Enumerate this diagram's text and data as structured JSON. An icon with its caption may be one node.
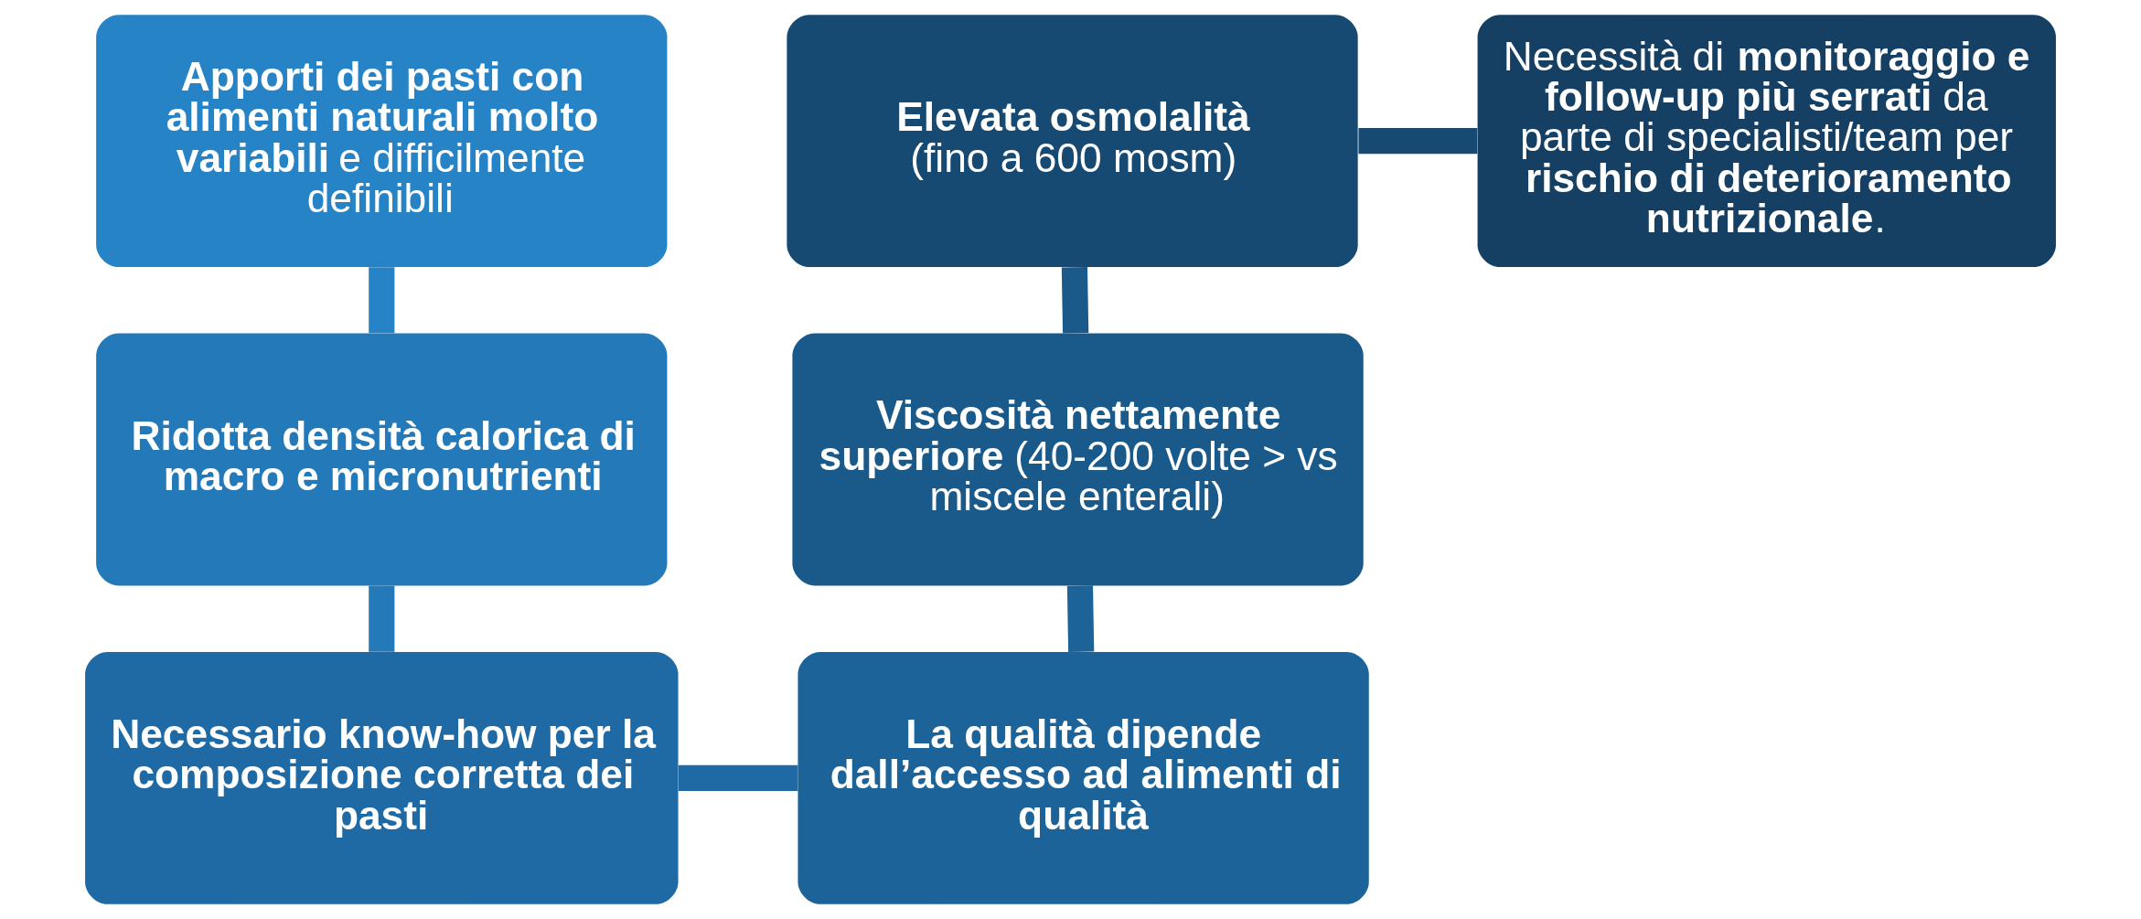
{
  "diagram": {
    "nodes": [
      {
        "text": [
          "**Apporti dei pasti con alimenti naturali molto variabili** e difficilmente definibili"
        ]
      },
      {
        "text": [
          "Ridotta densità calorica di macro e micronutrienti"
        ]
      },
      {
        "text": [
          "Necessario know-how per la composizione corretta dei pasti"
        ]
      },
      {
        "text": [
          "Elevata osmolalità",
          "(fino a 600 mosm)"
        ]
      },
      {
        "text": [
          "**Viscosità nettamente superiore** (40-200 volte > vs miscele enterali)"
        ]
      },
      {
        "text": [
          "La qualità dipende dall’accesso ad alimenti di qualità"
        ]
      },
      {
        "text": [
          "Necessità di **monitoraggio e follow-up più serrati** da parte di specialisti/team per **rischio di deterioramento nutrizionale**."
        ]
      }
    ],
    "edges": [
      {
        "from": 0,
        "to": 1,
        "arrow": "none"
      },
      {
        "from": 1,
        "to": 2,
        "arrow": "none"
      },
      {
        "from": 2,
        "to": 5,
        "arrow": "none"
      },
      {
        "from": 5,
        "to": 4,
        "arrow": "none"
      },
      {
        "from": 4,
        "to": 3,
        "arrow": "none"
      },
      {
        "from": 3,
        "to": 6,
        "arrow": "none"
      }
    ]
  }
}
